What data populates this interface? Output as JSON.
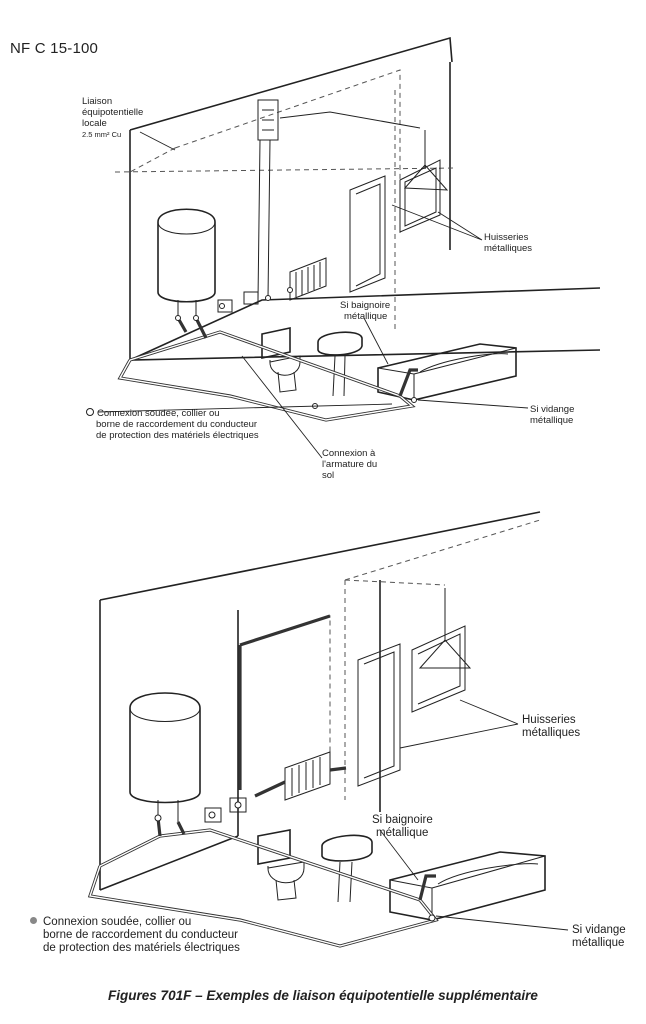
{
  "header": {
    "standard": "NF C 15-100"
  },
  "figure_top": {
    "liaison_locale": [
      "Liaison",
      "équipotentielle",
      "locale"
    ],
    "section": "2.5 mm² Cu",
    "huisseries": [
      "Huisseries",
      "métalliques"
    ],
    "baignoire": [
      "Si baignoire",
      "métallique"
    ],
    "vidange": [
      "Si vidange",
      "métallique"
    ],
    "armature": [
      "Connexion à",
      "l'armature du",
      "sol"
    ],
    "legend_lines": [
      "Connexion soudée, collier ou",
      "borne de raccordement du conducteur",
      "de protection des matériels électriques"
    ]
  },
  "figure_bottom": {
    "huisseries": [
      "Huisseries",
      "métalliques"
    ],
    "baignoire": [
      "Si baignoire",
      "métallique"
    ],
    "vidange": [
      "Si vidange",
      "métallique"
    ],
    "legend_lines": [
      "Connexion soudée, collier ou",
      "borne de raccordement du conducteur",
      "de protection des matériels électriques"
    ]
  },
  "caption": "Figures 701F – Exemples de liaison équipotentielle supplémentaire",
  "colors": {
    "ink": "#222222",
    "background": "#ffffff",
    "legend_dot_bottom": "#888888"
  }
}
